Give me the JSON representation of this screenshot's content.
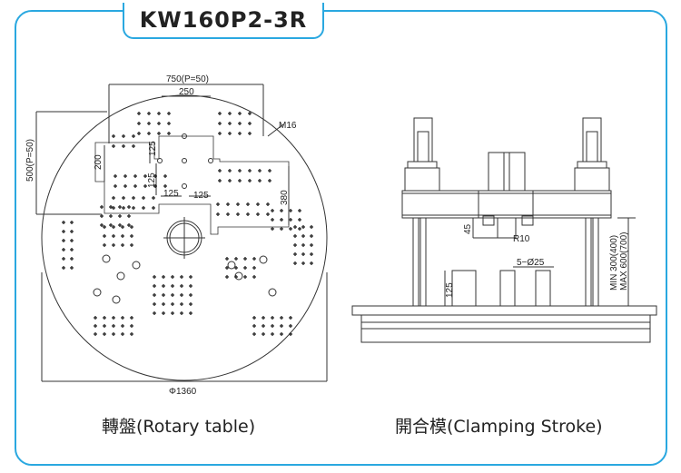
{
  "title": "KW160P2-3R",
  "captions": {
    "rotary": "轉盤(Rotary table)",
    "clamping": "開合模(Clamping Stroke)"
  },
  "rotary_dims": {
    "width_pitch": "750(P=50)",
    "inner_width": "250",
    "height_pitch": "500(P=50)",
    "h200": "200",
    "d125a": "125",
    "d125b": "125",
    "d125c": "125",
    "d125d": "125",
    "d380": "380",
    "thread": "M16",
    "diameter": "Φ1360"
  },
  "clamp_dims": {
    "d45": "45",
    "radius": "R10",
    "holes": "5−Ø25",
    "d125": "125",
    "stroke_min": "MIN 300(400)",
    "stroke_max": "MAX 600(700)"
  },
  "colors": {
    "border": "#2aa8e0",
    "line": "#333333"
  }
}
